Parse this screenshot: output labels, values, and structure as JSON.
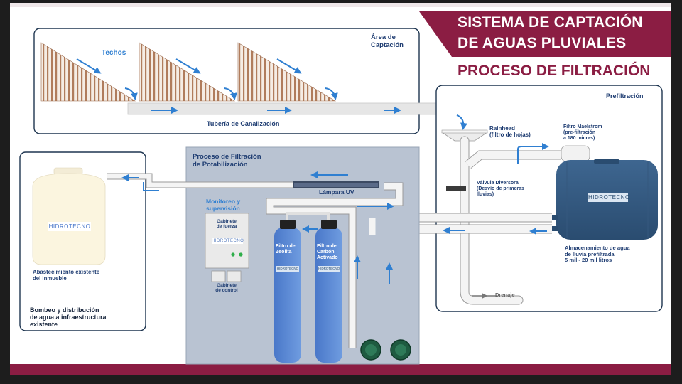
{
  "header": {
    "title_line1": "SISTEMA DE CAPTACIÓN",
    "title_line2": "DE AGUAS PLUVIALES",
    "subtitle": "PROCESO DE FILTRACIÓN"
  },
  "captacion": {
    "area_label": "Área de\nCaptación",
    "techos_label": "Techos",
    "pipe_label": "Tubería de Canalización"
  },
  "prefiltracion": {
    "title": "Prefiltración",
    "rainhead": "Rainhead\n(filtro de hojas)",
    "maelstrom": "Filtro Maelstrom\n(pre-filtración\na 180 micras)",
    "valvula": "Válvula Diversora\n(Desvío de primeras\nlluvias)",
    "almacenamiento": "Almacenamiento de agua\nde lluvia prefiltrada\n5 mil - 20 mil litros",
    "drenaje": "Drenaje",
    "tank_logo": "HIDROTECNO"
  },
  "potabilizacion": {
    "title": "Proceso de Filtración\nde Potabilización",
    "lampara": "Lámpara UV",
    "monitoreo": "Monitoreo y\nsupervisión",
    "gabinete_fuerza": "Gabinete\nde fuerza",
    "gabinete_logo": "HIDROTECNO",
    "gabinete_control": "Gabinete\nde control",
    "zeolita": "Filtro de\nZeolita",
    "carbon": "Filtro de\nCarbón\nActivado",
    "filter_logo": "HIDROTECNO"
  },
  "abastecimiento": {
    "tank_logo": "HIDROTECNO",
    "label": "Abastecimiento existente\ndel inmueble",
    "bombeo": "Bombeo y distribución\nde agua a infraestructura\nexistente"
  },
  "colors": {
    "brand": "#8b1d43",
    "text": "#1f3d72",
    "arrow": "#2f7fd1",
    "panel": "#b9c3d2"
  }
}
